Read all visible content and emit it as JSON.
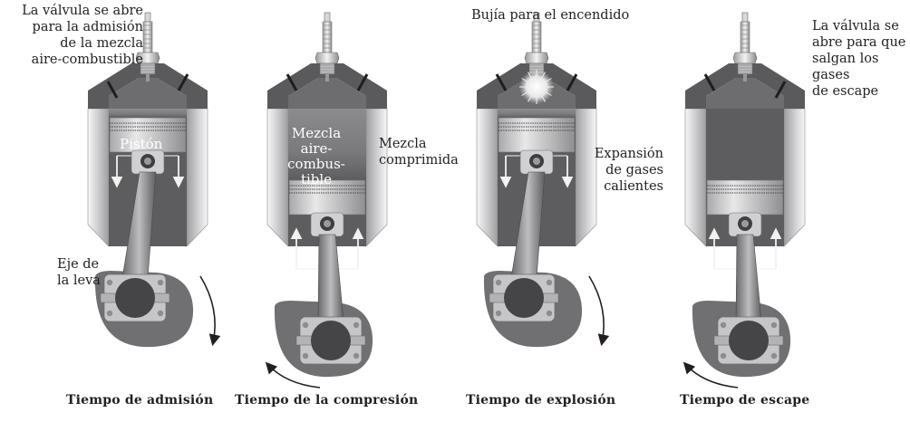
{
  "labels": {
    "intake_valve": "La válvula se abre\npara la admisión\nde la mezcla\naire-combustible",
    "piston": "Pistón",
    "mixture_inside": "Mezcla\naire-\ncombus-\ntible",
    "compressed_mixture": "Mezcla\ncomprimida",
    "spark_plug": "Bujía para el encendido",
    "gas_expansion": "Expansión\nde gases\ncalientes",
    "exhaust_valve": "La válvula se\nabre para que\nsalgan los gases\nde escape",
    "camshaft": "Eje de\nla leva"
  },
  "captions": {
    "intake": "Tiempo de admisión",
    "compression": "Tiempo de la compresión",
    "explosion": "Tiempo de explosión",
    "exhaust": "Tiempo de escape"
  },
  "colors": {
    "dark_metal": "#5a5a5c",
    "medium_metal": "#8a8a8c",
    "light_metal": "#c8c8ca",
    "highlight": "#ededee",
    "chamber_dark": "#5d5d5f",
    "chamber_light": "#8c8c8e",
    "crank": "#707072",
    "arrow_white": "#f2f2f2"
  },
  "strokes": [
    {
      "name": "intake",
      "piston": "top",
      "chamber": "light-top",
      "flow": "down",
      "valve": "intake",
      "spark": false,
      "rotation": "down"
    },
    {
      "name": "compression",
      "piston": "bottom",
      "chamber": "light-top",
      "flow": "up",
      "valve": "none",
      "spark": false,
      "rotation": "up"
    },
    {
      "name": "explosion",
      "piston": "top",
      "chamber": "light-top",
      "flow": "down",
      "valve": "none",
      "spark": true,
      "rotation": "down"
    },
    {
      "name": "exhaust",
      "piston": "bottom",
      "chamber": "dark",
      "flow": "up",
      "valve": "exhaust",
      "spark": false,
      "rotation": "up"
    }
  ]
}
